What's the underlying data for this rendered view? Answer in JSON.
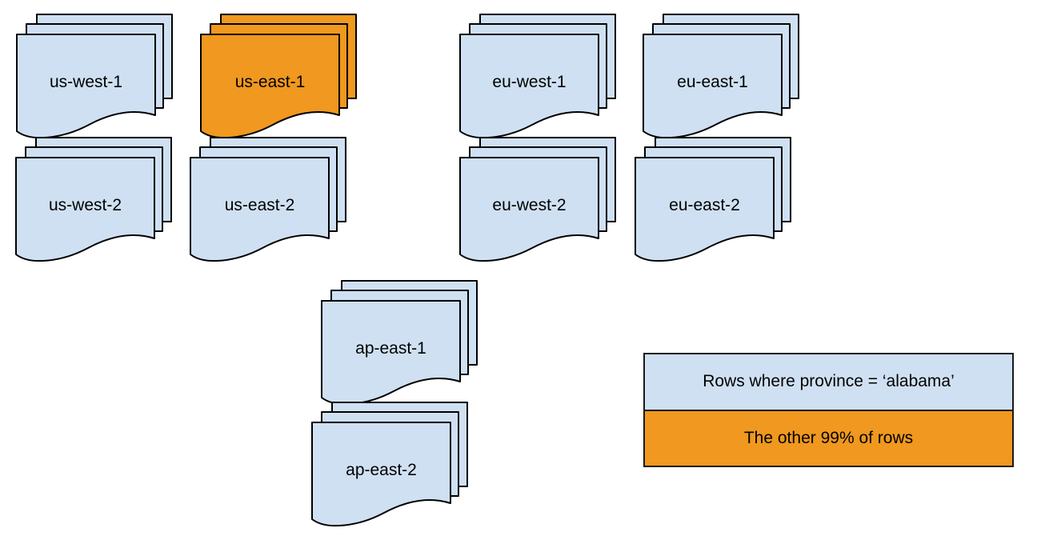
{
  "palette": {
    "blue": "#cfe0f3",
    "orange": "#f0981f",
    "stroke": "#000000",
    "background": "#ffffff"
  },
  "regions": [
    {
      "id": "us-west-1",
      "label": "us-west-1",
      "color": "blue"
    },
    {
      "id": "us-east-1",
      "label": "us-east-1",
      "color": "orange"
    },
    {
      "id": "us-west-2",
      "label": "us-west-2",
      "color": "blue"
    },
    {
      "id": "us-east-2",
      "label": "us-east-2",
      "color": "blue"
    },
    {
      "id": "eu-west-1",
      "label": "eu-west-1",
      "color": "blue"
    },
    {
      "id": "eu-east-1",
      "label": "eu-east-1",
      "color": "blue"
    },
    {
      "id": "eu-west-2",
      "label": "eu-west-2",
      "color": "blue"
    },
    {
      "id": "eu-east-2",
      "label": "eu-east-2",
      "color": "blue"
    },
    {
      "id": "ap-east-1",
      "label": "ap-east-1",
      "color": "blue"
    },
    {
      "id": "ap-east-2",
      "label": "ap-east-2",
      "color": "blue"
    }
  ],
  "legend": {
    "rows": [
      {
        "label": "Rows where province = ‘alabama’",
        "color": "blue"
      },
      {
        "label": "The other 99% of rows",
        "color": "orange"
      }
    ]
  }
}
